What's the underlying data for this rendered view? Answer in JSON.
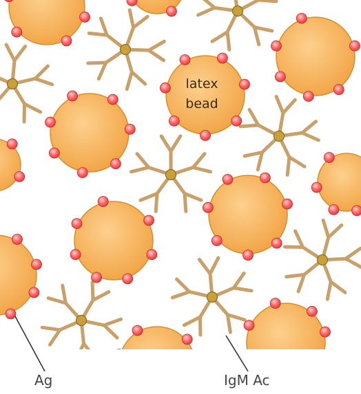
{
  "labels": {
    "bead_line1": "latex",
    "bead_line2": "bead",
    "antigen": "Ag",
    "antibody": "IgM Ac"
  },
  "colors": {
    "background": "#ffffff",
    "bead_fill_light": "#fcc27a",
    "bead_fill_dark": "#f0a040",
    "bead_stroke": "#d98c2c",
    "antigen_fill": "#ff8f8f",
    "antigen_fill_dark": "#e63b3b",
    "antibody_arm": "#c9a06a",
    "antibody_core": "#c9a03a",
    "leader_line": "#333333"
  }
}
